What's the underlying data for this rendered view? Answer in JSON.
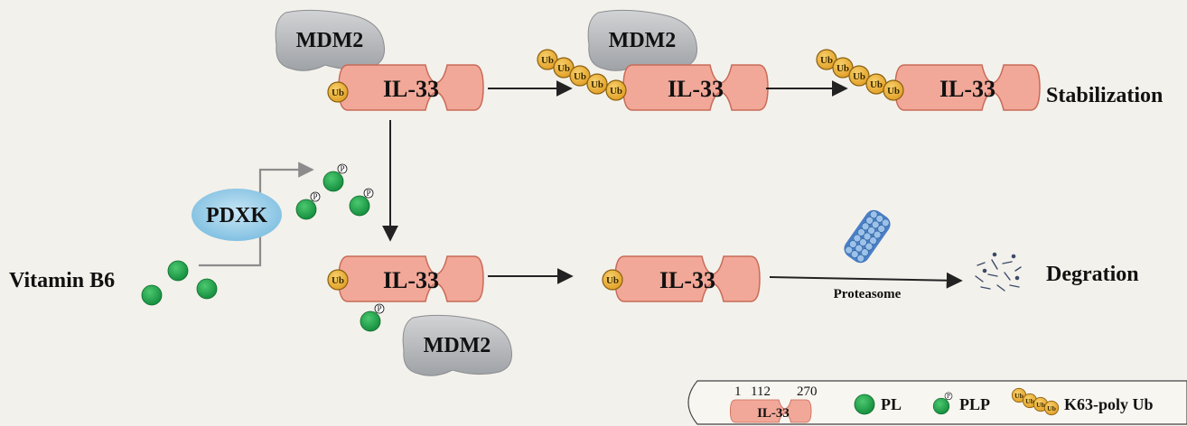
{
  "labels": {
    "il33": "IL-33",
    "mdm2": "MDM2",
    "ub": "Ub",
    "p": "P",
    "pdxk": "PDXK",
    "vitamin_b6": "Vitamin B6",
    "stabilization": "Stabilization",
    "degradation": "Degration",
    "proteasome": "Proteasome"
  },
  "legend": {
    "domain_numbers": [
      "1",
      "112",
      "270"
    ],
    "il33": "IL-33",
    "pl": "PL",
    "plp": "PLP",
    "k63": "K63-poly Ub"
  },
  "colors": {
    "background": "#f3f1eb",
    "il33_fill": "#f2a898",
    "il33_stroke": "#c86a58",
    "mdm2_fill": "#b9bbbe",
    "ub_fill": "#f0b53a",
    "ub_stroke": "#8a6010",
    "pl_green": "#1da24a",
    "pdxk_blue": "#8fc8e6",
    "arrow": "#222222",
    "gray_arrow": "#8c8c8c",
    "proteasome_blue": "#3f78c4"
  }
}
